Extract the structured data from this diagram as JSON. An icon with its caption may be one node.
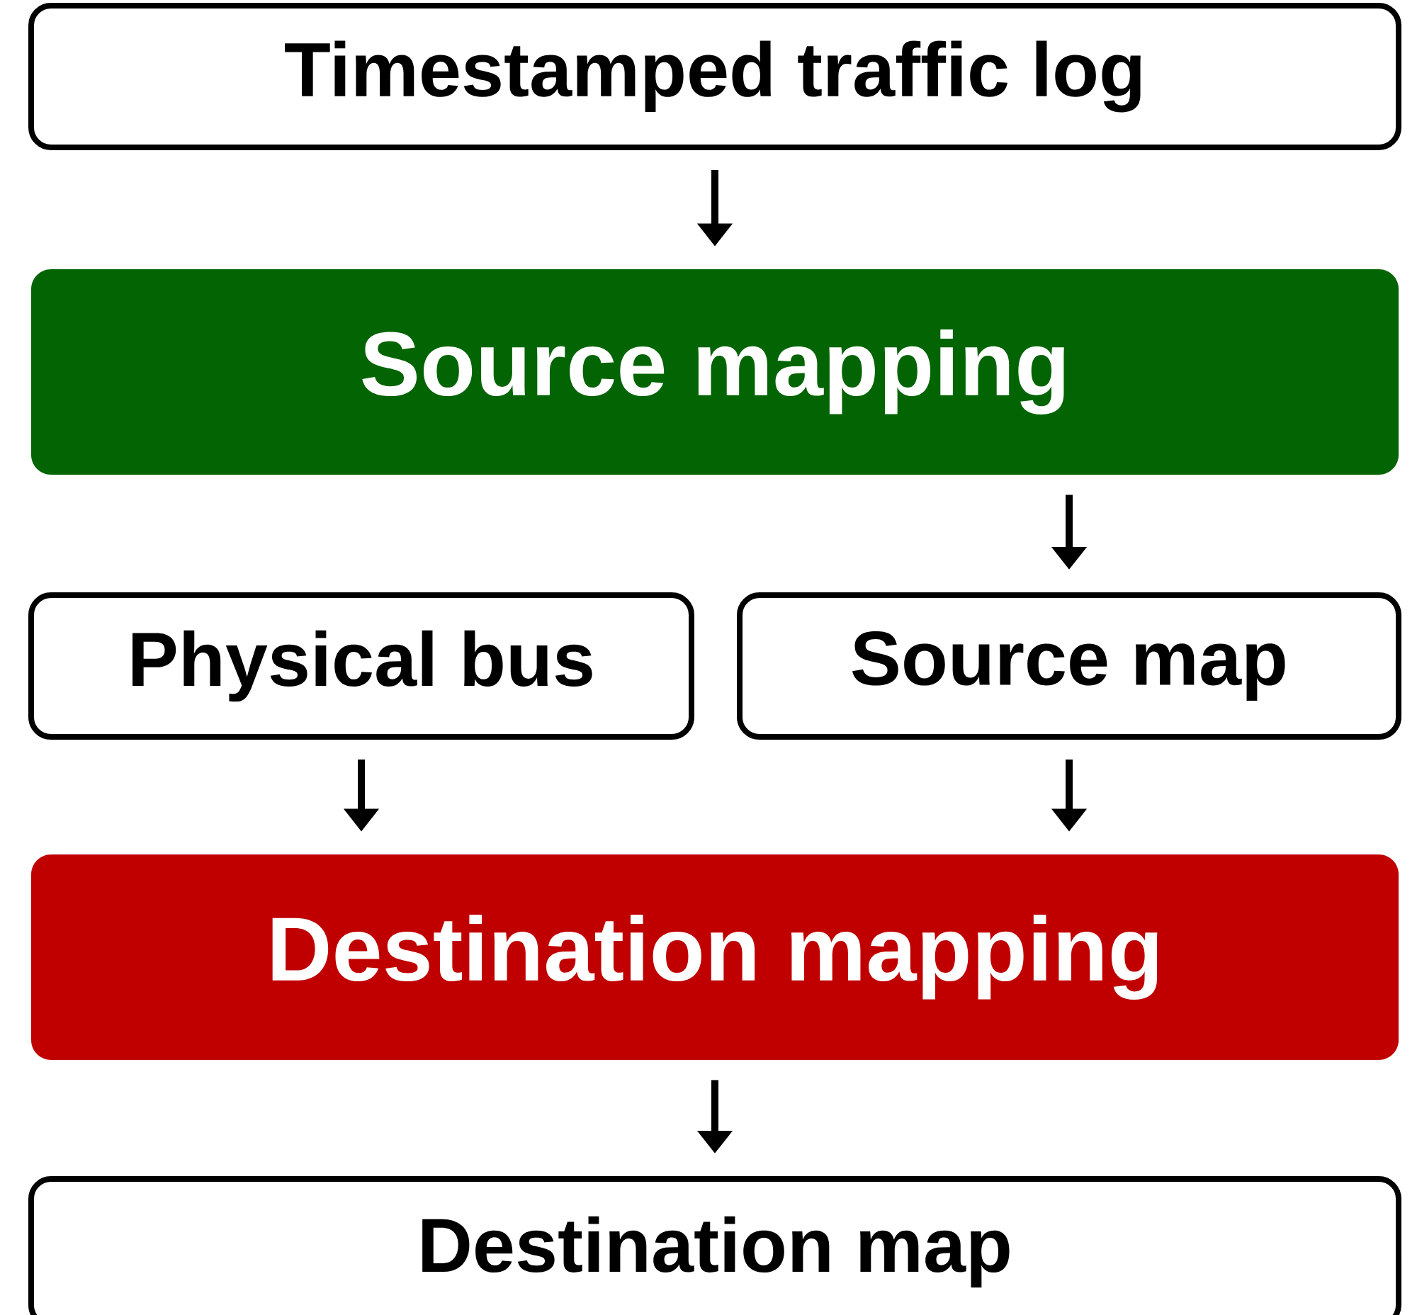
{
  "diagram": {
    "nodes": [
      {
        "text": [
          "Timestamped traffic log"
        ]
      },
      {
        "text": [
          "Source mapping"
        ]
      },
      {
        "text": [
          "Physical bus"
        ]
      },
      {
        "text": [
          "Source map"
        ]
      },
      {
        "text": [
          "Destination mapping"
        ]
      },
      {
        "text": [
          "Destination map"
        ]
      }
    ],
    "edges": [
      {
        "from": 0,
        "to": 1,
        "arrow": "to"
      },
      {
        "from": 1,
        "to": 3,
        "arrow": "to"
      },
      {
        "from": 2,
        "to": 4,
        "arrow": "to"
      },
      {
        "from": 3,
        "to": 4,
        "arrow": "to"
      },
      {
        "from": 4,
        "to": 5,
        "arrow": "to"
      }
    ]
  }
}
